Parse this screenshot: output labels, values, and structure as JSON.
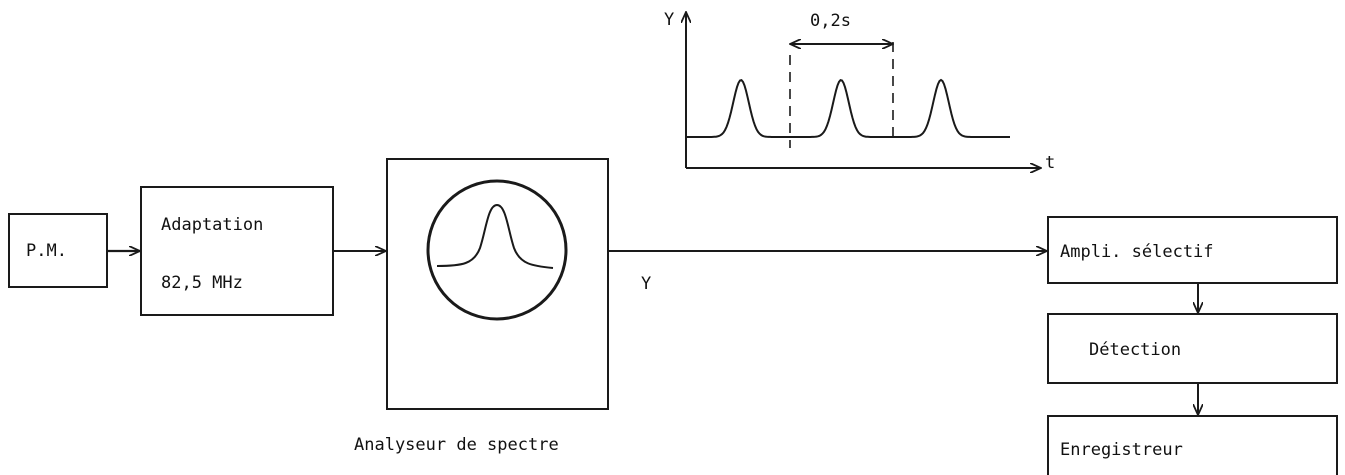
{
  "blocks": {
    "pm": "P.M.",
    "adaptation": {
      "line1": "Adaptation",
      "line2": "82,5 MHz"
    },
    "analyseur": "Analyseur de spectre",
    "ampli": "Ampli. sélectif",
    "detection": "Détection",
    "enregistreur": "Enregistreur"
  },
  "signal_label": "Y",
  "inset_plot": {
    "y_axis_label": "Y",
    "x_axis_label": "t",
    "period_label": "0,2s",
    "peak_count": 3
  },
  "colors": {
    "ink": "#1a1a1a",
    "background": "#ffffff"
  }
}
